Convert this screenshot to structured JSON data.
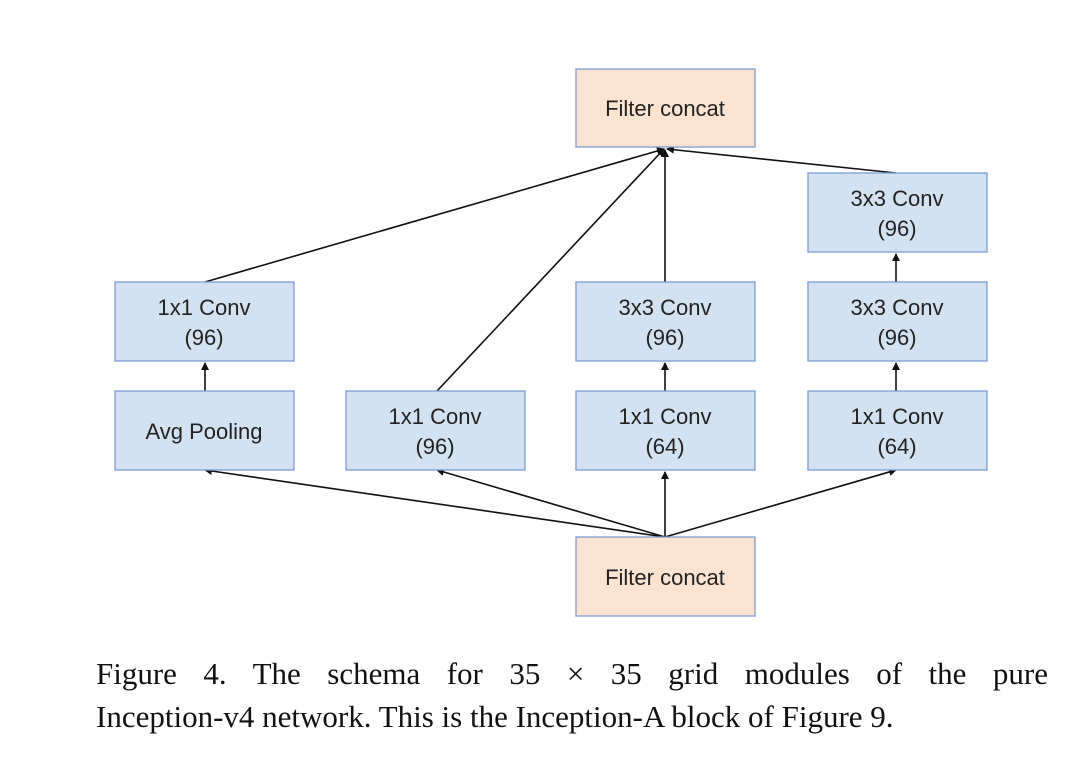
{
  "colors": {
    "concat_fill": "#fbe3cf",
    "conv_fill": "#d3e2f2",
    "box_stroke": "#7b9fd6",
    "edge": "#111111"
  },
  "nodes": {
    "top_concat": {
      "line1": "Filter concat"
    },
    "conv_r_top": {
      "line1": "3x3 Conv",
      "line2": "(96)"
    },
    "conv_a_upper": {
      "line1": "1x1 Conv",
      "line2": "(96)"
    },
    "conv_c_upper": {
      "line1": "3x3 Conv",
      "line2": "(96)"
    },
    "conv_r_mid": {
      "line1": "3x3 Conv",
      "line2": "(96)"
    },
    "avg_pool": {
      "line1": "Avg Pooling"
    },
    "conv_b": {
      "line1": "1x1 Conv",
      "line2": "(96)"
    },
    "conv_c_lower": {
      "line1": "1x1 Conv",
      "line2": "(64)"
    },
    "conv_r_lower": {
      "line1": "1x1 Conv",
      "line2": "(64)"
    },
    "bottom_concat": {
      "line1": "Filter concat"
    }
  },
  "caption": {
    "line1": "Figure 4. The schema for 35 × 35 grid modules of the pure",
    "line2": "Inception-v4 network. This is the Inception-A block of Figure 9."
  }
}
